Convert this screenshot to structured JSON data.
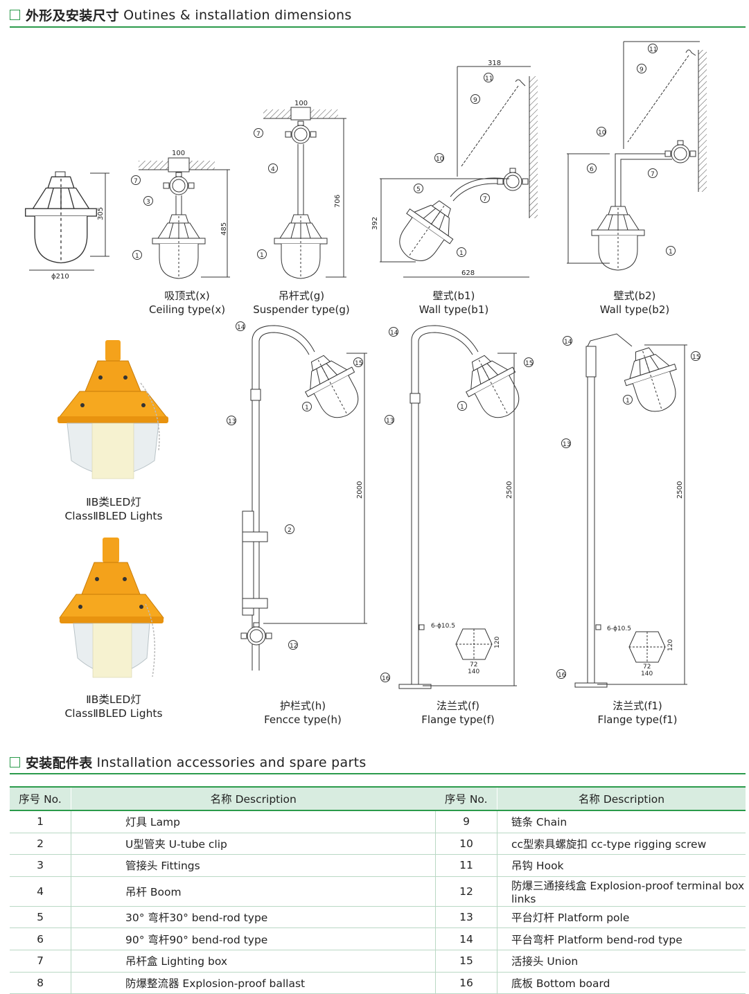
{
  "section1": {
    "title_cn": "外形及安装尺寸",
    "title_en": "Outines & installation dimensions"
  },
  "section2": {
    "title_cn": "安装配件表",
    "title_en": "Installation accessories and spare parts"
  },
  "colors": {
    "accent": "#2a9a4a",
    "header_bg": "#d8ece0",
    "lamp_orange": "#f4a21b"
  },
  "drawings": {
    "lamp": {
      "dim_height": "305",
      "dim_diameter": "ϕ210"
    },
    "ceiling": {
      "cn": "吸顶式(x)",
      "en": "Ceiling type(x)",
      "dim_top": "100",
      "dim_height": "485"
    },
    "suspender": {
      "cn": "吊杆式(g)",
      "en": "Suspender type(g)",
      "dim_top": "100",
      "dim_height": "706"
    },
    "wall_b1": {
      "cn": "壁式(b1)",
      "en": "Wall type(b1)",
      "dim_top": "318",
      "dim_height": "392",
      "dim_bottom": "628"
    },
    "wall_b2": {
      "cn": "壁式(b2)",
      "en": "Wall type(b2)"
    },
    "fence": {
      "cn": "护栏式(h)",
      "en": "Fencce type(h)",
      "dim_height": "2000"
    },
    "flange_f": {
      "cn": "法兰式(f)",
      "en": "Flange type(f)",
      "dim_height": "2500",
      "holes": "6-ϕ10.5",
      "d120": "120",
      "d72": "72",
      "d140": "140"
    },
    "flange_f1": {
      "cn": "法兰式(f1)",
      "en": "Flange type(f1)",
      "dim_height": "2500",
      "holes": "6-ϕ10.5",
      "d120": "120",
      "d72": "72",
      "d140": "140"
    }
  },
  "led_photos": [
    {
      "cn": "ⅡB类LED灯",
      "en": "ClassⅡBLED Lights"
    },
    {
      "cn": "ⅡB类LED灯",
      "en": "ClassⅡBLED Lights"
    }
  ],
  "callouts": {
    "n1": "1",
    "n2": "2",
    "n3": "3",
    "n4": "4",
    "n5": "5",
    "n6": "6",
    "n7": "7",
    "n9": "9",
    "n10": "10",
    "n11": "11",
    "n12": "12",
    "n13": "13",
    "n14": "14",
    "n15": "15",
    "n16": "16"
  },
  "table": {
    "headers": [
      "序号 No.",
      "名称 Description",
      "序号 No.",
      "名称 Description"
    ],
    "rows": [
      {
        "no1": "1",
        "d1": "灯具  Lamp",
        "no2": "9",
        "d2": "链条  Chain"
      },
      {
        "no1": "2",
        "d1": "U型管夹  U-tube clip",
        "no2": "10",
        "d2": "cc型索具螺旋扣  cc-type rigging screw"
      },
      {
        "no1": "3",
        "d1": "管接头  Fittings",
        "no2": "11",
        "d2": "吊钩  Hook"
      },
      {
        "no1": "4",
        "d1": "吊杆  Boom",
        "no2": "12",
        "d2": "防爆三通接线盒  Explosion-proof terminal box links"
      },
      {
        "no1": "5",
        "d1": "30°  弯杆30°  bend-rod type",
        "no2": "13",
        "d2": "平台灯杆  Platform pole"
      },
      {
        "no1": "6",
        "d1": "90°  弯杆90°  bend-rod type",
        "no2": "14",
        "d2": "平台弯杆  Platform bend-rod type"
      },
      {
        "no1": "7",
        "d1": "吊杆盒  Lighting box",
        "no2": "15",
        "d2": "活接头  Union"
      },
      {
        "no1": "8",
        "d1": "防爆整流器  Explosion-proof ballast",
        "no2": "16",
        "d2": "底板  Bottom board"
      }
    ]
  }
}
